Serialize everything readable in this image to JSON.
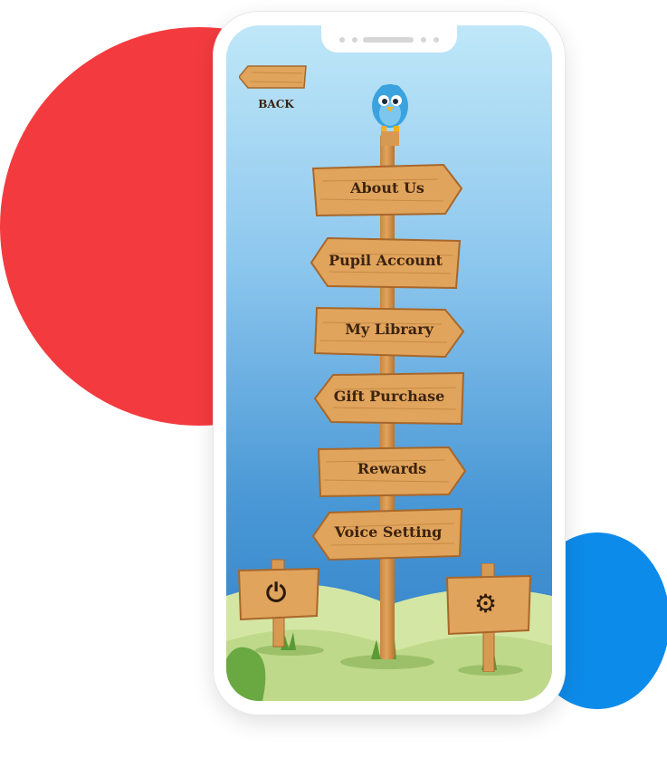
{
  "back_label": "BACK",
  "menu": [
    {
      "label": "About Us",
      "icon": "right-arrow-sign"
    },
    {
      "label": "Pupil Account",
      "icon": "left-arrow-sign"
    },
    {
      "label": "My Library",
      "icon": "right-arrow-sign"
    },
    {
      "label": "Gift Purchase",
      "icon": "left-arrow-sign"
    },
    {
      "label": "Rewards",
      "icon": "right-arrow-sign"
    },
    {
      "label": "Voice Setting",
      "icon": "left-arrow-sign"
    }
  ],
  "power_icon": "power-icon",
  "settings_icon": "gear-icon",
  "colors": {
    "red_blob": "#f33b3f",
    "blue_blob": "#0d8bea",
    "wood": "#e0a45c",
    "sky": "#8dc7ee"
  }
}
